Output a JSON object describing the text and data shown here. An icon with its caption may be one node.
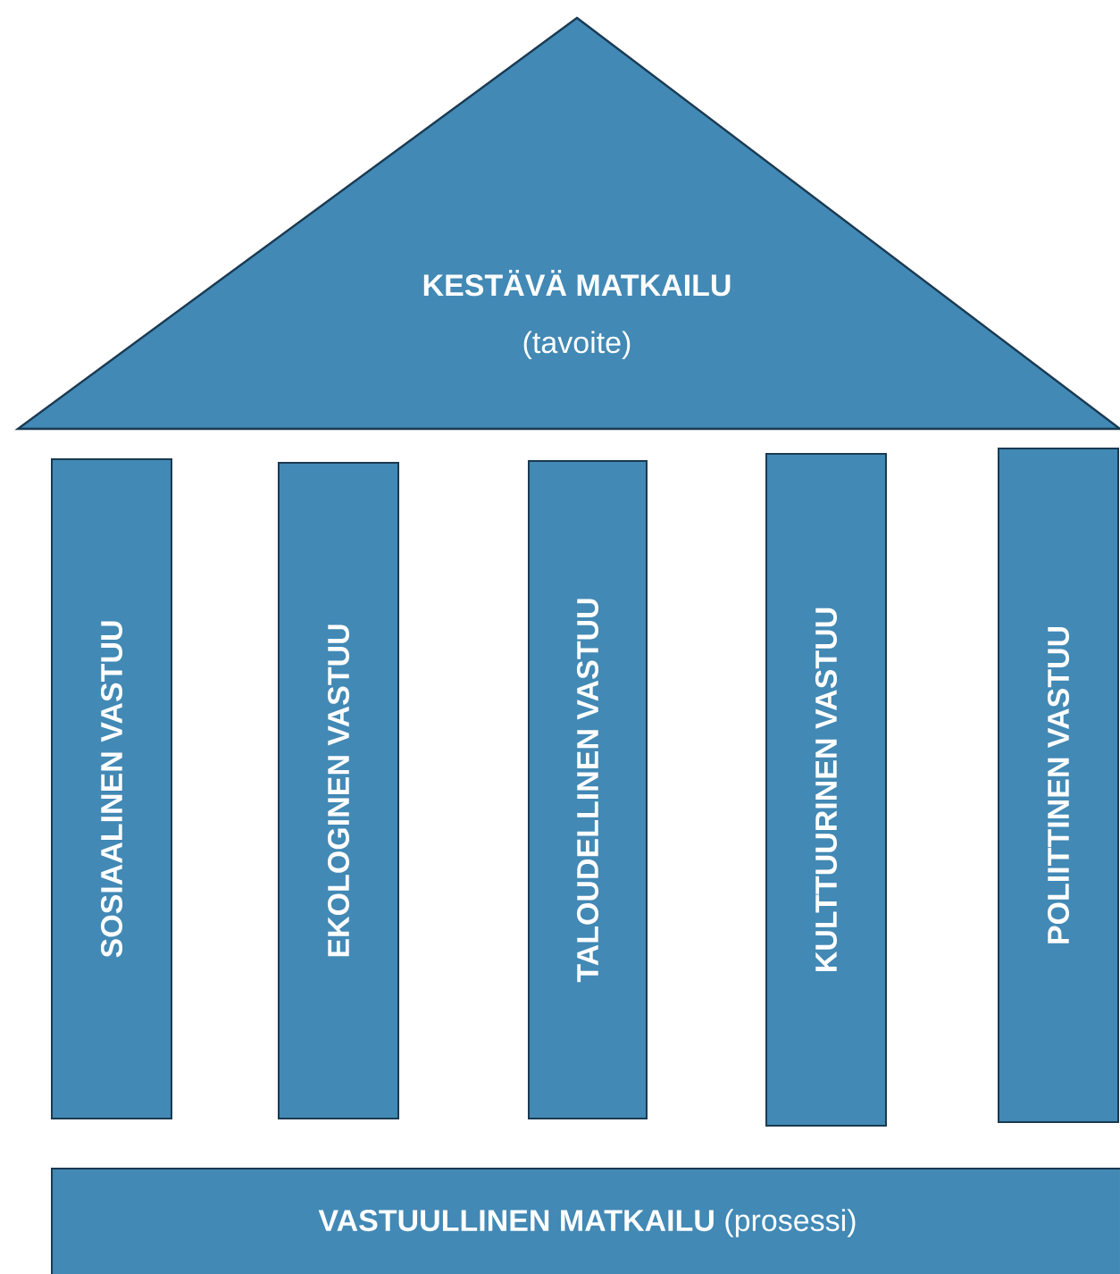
{
  "diagram": {
    "nodes": [
      {
        "text": [
          "KESTÄVÄ MATKAILU",
          "(tavoite)"
        ]
      },
      {
        "text": [
          "SOSIAALINEN VASTUU"
        ]
      },
      {
        "text": [
          "EKOLOGINEN VASTUU"
        ]
      },
      {
        "text": [
          "TALOUDELLINEN VASTUU"
        ]
      },
      {
        "text": [
          "KULTTUURINEN VASTUU"
        ]
      },
      {
        "text": [
          "POLIITTINEN VASTUU"
        ]
      },
      {
        "text": [
          "**VASTUULLINEN MATKAILU** (prosessi)"
        ]
      }
    ]
  }
}
